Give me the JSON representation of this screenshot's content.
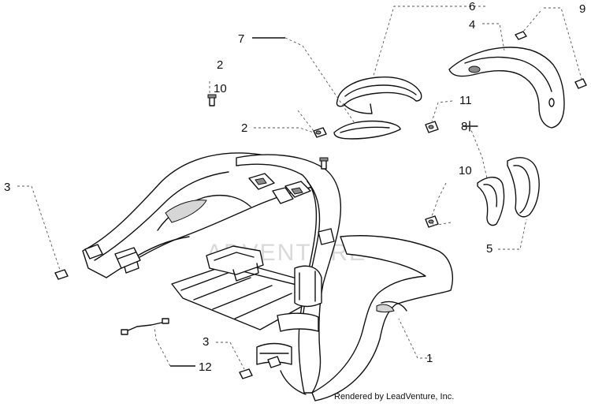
{
  "callouts": {
    "c1": "1",
    "c2a": "2",
    "c2b": "2",
    "c3a": "3",
    "c3b": "3",
    "c4": "4",
    "c5": "5",
    "c6": "6",
    "c7": "7",
    "c8": "8",
    "c9": "9",
    "c10a": "10",
    "c10b": "10",
    "c11": "11",
    "c12": "12"
  },
  "credit": "Rendered by LeadVenture, Inc.",
  "watermark": "ADVENTURE"
}
